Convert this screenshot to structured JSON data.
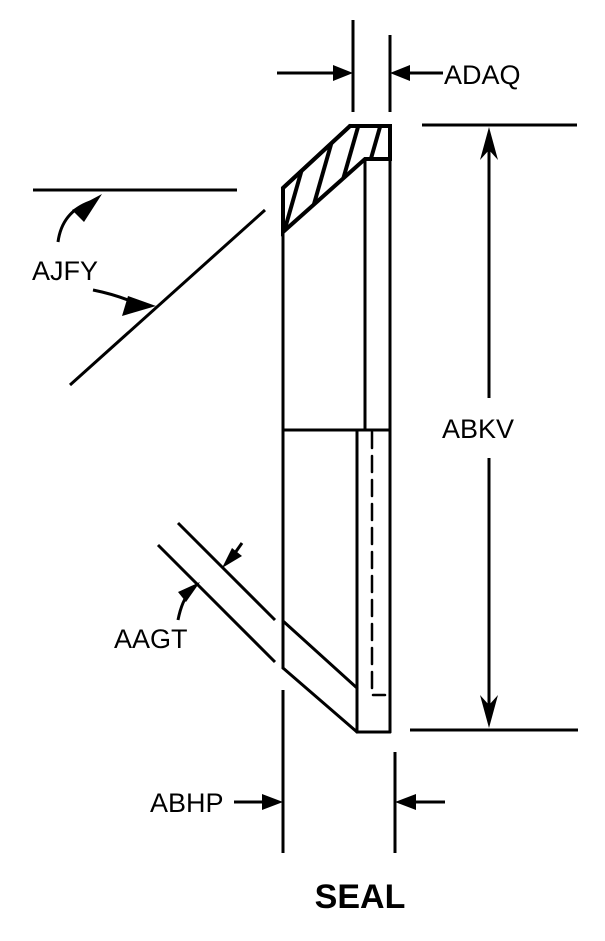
{
  "diagram": {
    "title": "SEAL",
    "labels": {
      "adaq": "ADAQ",
      "ajfy": "AJFY",
      "abkv": "ABKV",
      "aagt": "AAGT",
      "abhp": "ABHP"
    },
    "colors": {
      "ink": "#000000",
      "paper": "#ffffff"
    }
  }
}
